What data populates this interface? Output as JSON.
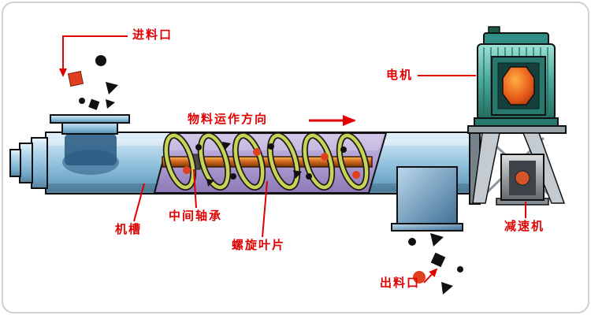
{
  "diagram": {
    "name": "screw-conveyor-structure-diagram",
    "labels": {
      "feed_inlet": "进料口",
      "motor": "电机",
      "flow_direction": "物料运作方向",
      "trough": "机槽",
      "middle_bearing": "中间轴承",
      "spiral_blade": "螺旋叶片",
      "reducer": "减速机",
      "discharge_outlet": "出料口"
    },
    "colors": {
      "label_red": "#e00000",
      "tube_blue": "#8ebfdc",
      "cutaway_purple": "#a894cc",
      "spiral_blade_yellow": "#c9d455",
      "shaft_orange": "#d2691e",
      "motor_teal": "#3fa89a",
      "rotor_orange": "#e85c1a",
      "outlet_blue": "#4f7fa6",
      "particle_black": "#111111",
      "particle_red": "#e0401e"
    }
  }
}
